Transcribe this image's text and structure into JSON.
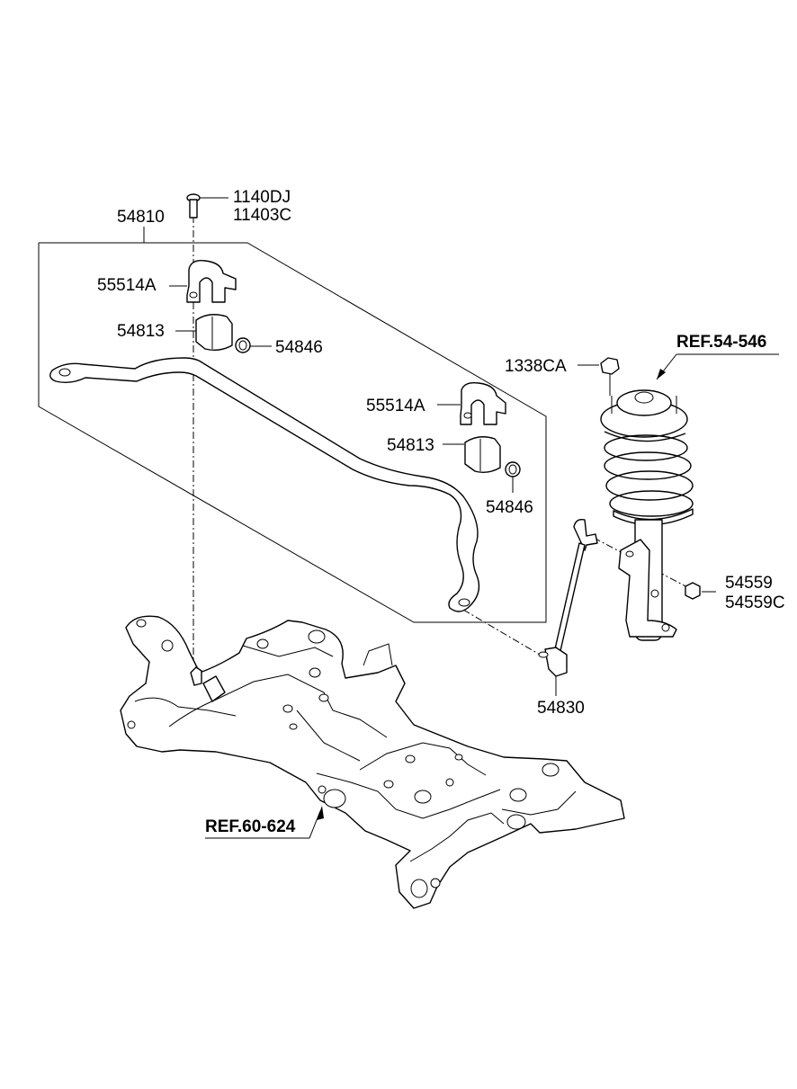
{
  "labels": {
    "bolt_a": "1140DJ",
    "bolt_b": "11403C",
    "stabilizer_bar": "54810",
    "clamp_1": "55514A",
    "bushing_1": "54813",
    "spacer_1": "54846",
    "clamp_2": "55514A",
    "bushing_2": "54813",
    "spacer_2": "54846",
    "nut": "1338CA",
    "ref_strut": "REF.54-546",
    "link_nut_a": "54559",
    "link_nut_b": "54559C",
    "link": "54830",
    "ref_crossmember": "REF.60-624"
  }
}
